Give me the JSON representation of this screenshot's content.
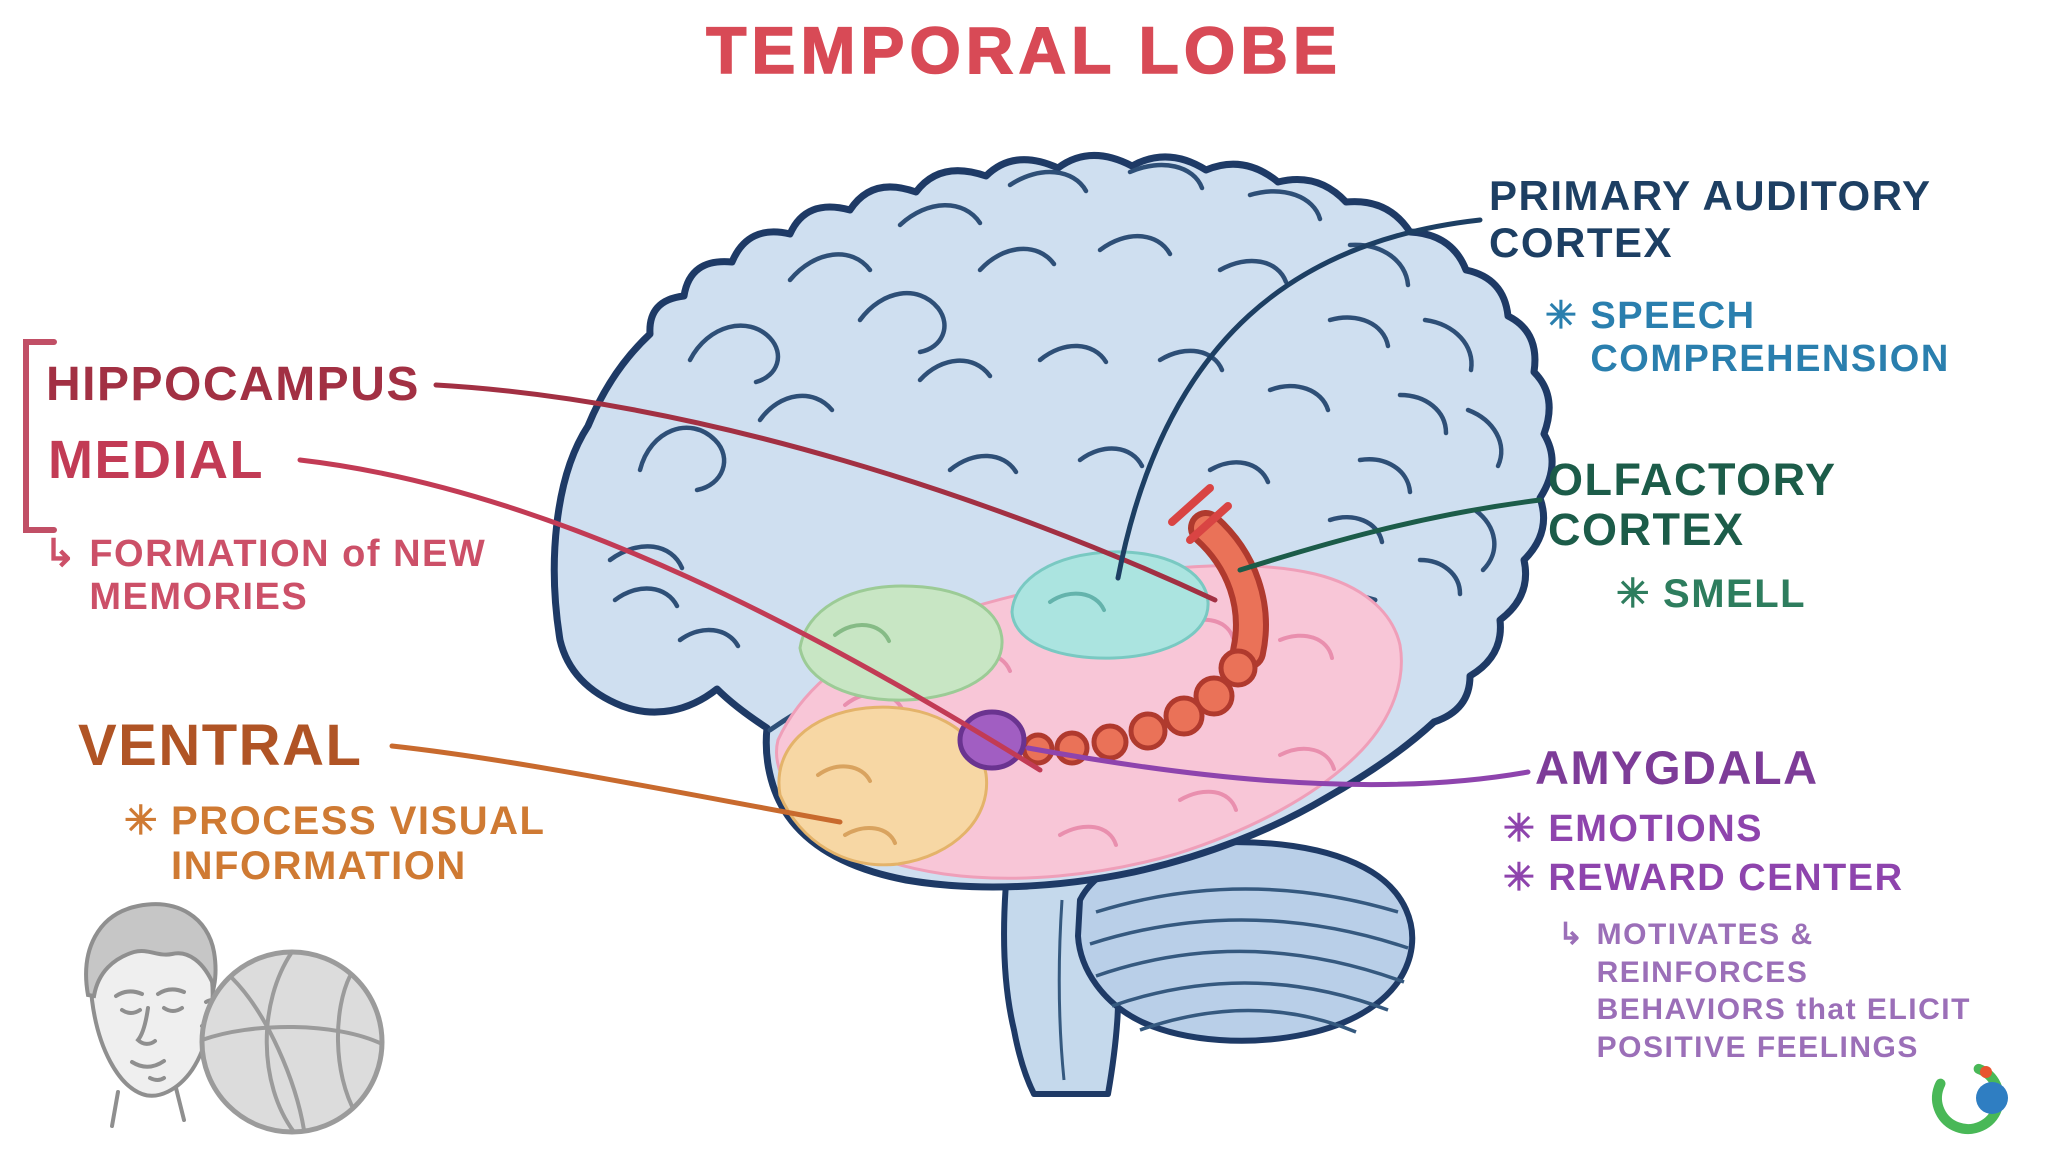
{
  "title": "TEMPORAL LOBE",
  "icons": {
    "asterisk": "✳",
    "arrow": "↳"
  },
  "colors": {
    "title": "#d84a56",
    "hippocampus_label": "#a23043",
    "medial_label": "#c23b55",
    "medial_note": "#cc5068",
    "ventral_label": "#b05425",
    "ventral_note": "#cf7a33",
    "auditory_label": "#1d3f63",
    "auditory_note": "#2a7fae",
    "olfactory_label": "#1c5c49",
    "olfactory_note": "#2e7d5e",
    "amygdala_label": "#7d3c98",
    "amygdala_note": "#8e44ad",
    "amygdala_subnote": "#9b6fb8",
    "brain_fill": "#cfdff0",
    "brain_outline": "#1e3a66",
    "temporal_lobe_fill": "#f8c6d7",
    "auditory_region_fill": "#abe4e0",
    "green_region_fill": "#c8e6c4",
    "ventral_region_fill": "#f7d7a4",
    "hippocampus_fill": "#ea7258",
    "amygdala_fill": "#a15ec2"
  },
  "annotations": {
    "hippocampus": {
      "label": "HIPPOCAMPUS"
    },
    "medial": {
      "label": "MEDIAL",
      "note": "FORMATION of NEW MEMORIES"
    },
    "ventral": {
      "label": "VENTRAL",
      "note": "PROCESS VISUAL INFORMATION"
    },
    "auditory": {
      "label": "PRIMARY AUDITORY CORTEX",
      "note": "SPEECH COMPREHENSION"
    },
    "olfactory": {
      "label": "OLFACTORY CORTEX",
      "note": "SMELL"
    },
    "amygdala": {
      "label": "AMYGDALA",
      "notes": [
        "EMOTIONS",
        "REWARD CENTER"
      ],
      "subnote": "MOTIVATES & REINFORCES BEHAVIORS that ELICIT POSITIVE FEELINGS"
    }
  }
}
